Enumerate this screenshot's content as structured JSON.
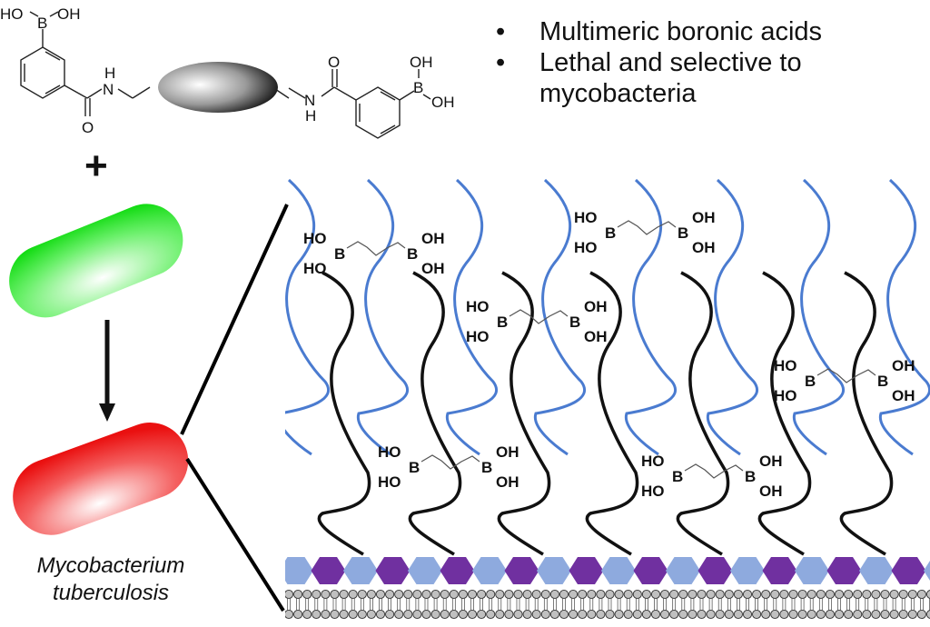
{
  "bullets": [
    {
      "text": "Multimeric boronic acids"
    },
    {
      "text": "Lethal and selective to mycobacteria",
      "lines": [
        "Lethal and selective to",
        "mycobacteria"
      ]
    }
  ],
  "molecule": {
    "left_boronic": {
      "oh1": "HO",
      "b": "B",
      "oh2": "OH"
    },
    "left_amide": {
      "n": "N",
      "h": "H",
      "o": "O"
    },
    "right_amide": {
      "n": "N",
      "h": "H",
      "o": "O"
    },
    "right_boronic": {
      "oh1": "OH",
      "b": "B",
      "oh2": "OH"
    }
  },
  "plus_sign": "+",
  "bacterium_caption": [
    "Mycobacterium",
    "tuberculosis"
  ],
  "colors": {
    "live_bacterium": "#22e022",
    "dead_bacterium": "#ee1c1c",
    "arabinan_chain": "#4a7bd0",
    "mycolic_chain": "#111111",
    "peptidoglycan_light": "#8eaade",
    "peptidoglycan_dark": "#7030a0",
    "lipid_head": "#c0c0c0"
  },
  "boronic_crosslinkers": [
    {
      "ho1": "HO",
      "ho2": "HO",
      "b1": "B",
      "b2": "B",
      "oh1": "OH",
      "oh2": "OH"
    },
    {
      "ho1": "HO",
      "ho2": "HO",
      "b1": "B",
      "b2": "B",
      "oh1": "OH",
      "oh2": "OH"
    },
    {
      "ho1": "HO",
      "ho2": "HO",
      "b1": "B",
      "b2": "B",
      "oh1": "OH",
      "oh2": "OH"
    },
    {
      "ho1": "HO",
      "ho2": "HO",
      "b1": "B",
      "b2": "B",
      "oh1": "OH",
      "oh2": "OH"
    },
    {
      "ho1": "HO",
      "ho2": "HO",
      "b1": "B",
      "b2": "B",
      "oh1": "OH",
      "oh2": "OH"
    },
    {
      "ho1": "HO",
      "ho2": "HO",
      "b1": "B",
      "b2": "B",
      "oh1": "OH",
      "oh2": "OH"
    }
  ]
}
